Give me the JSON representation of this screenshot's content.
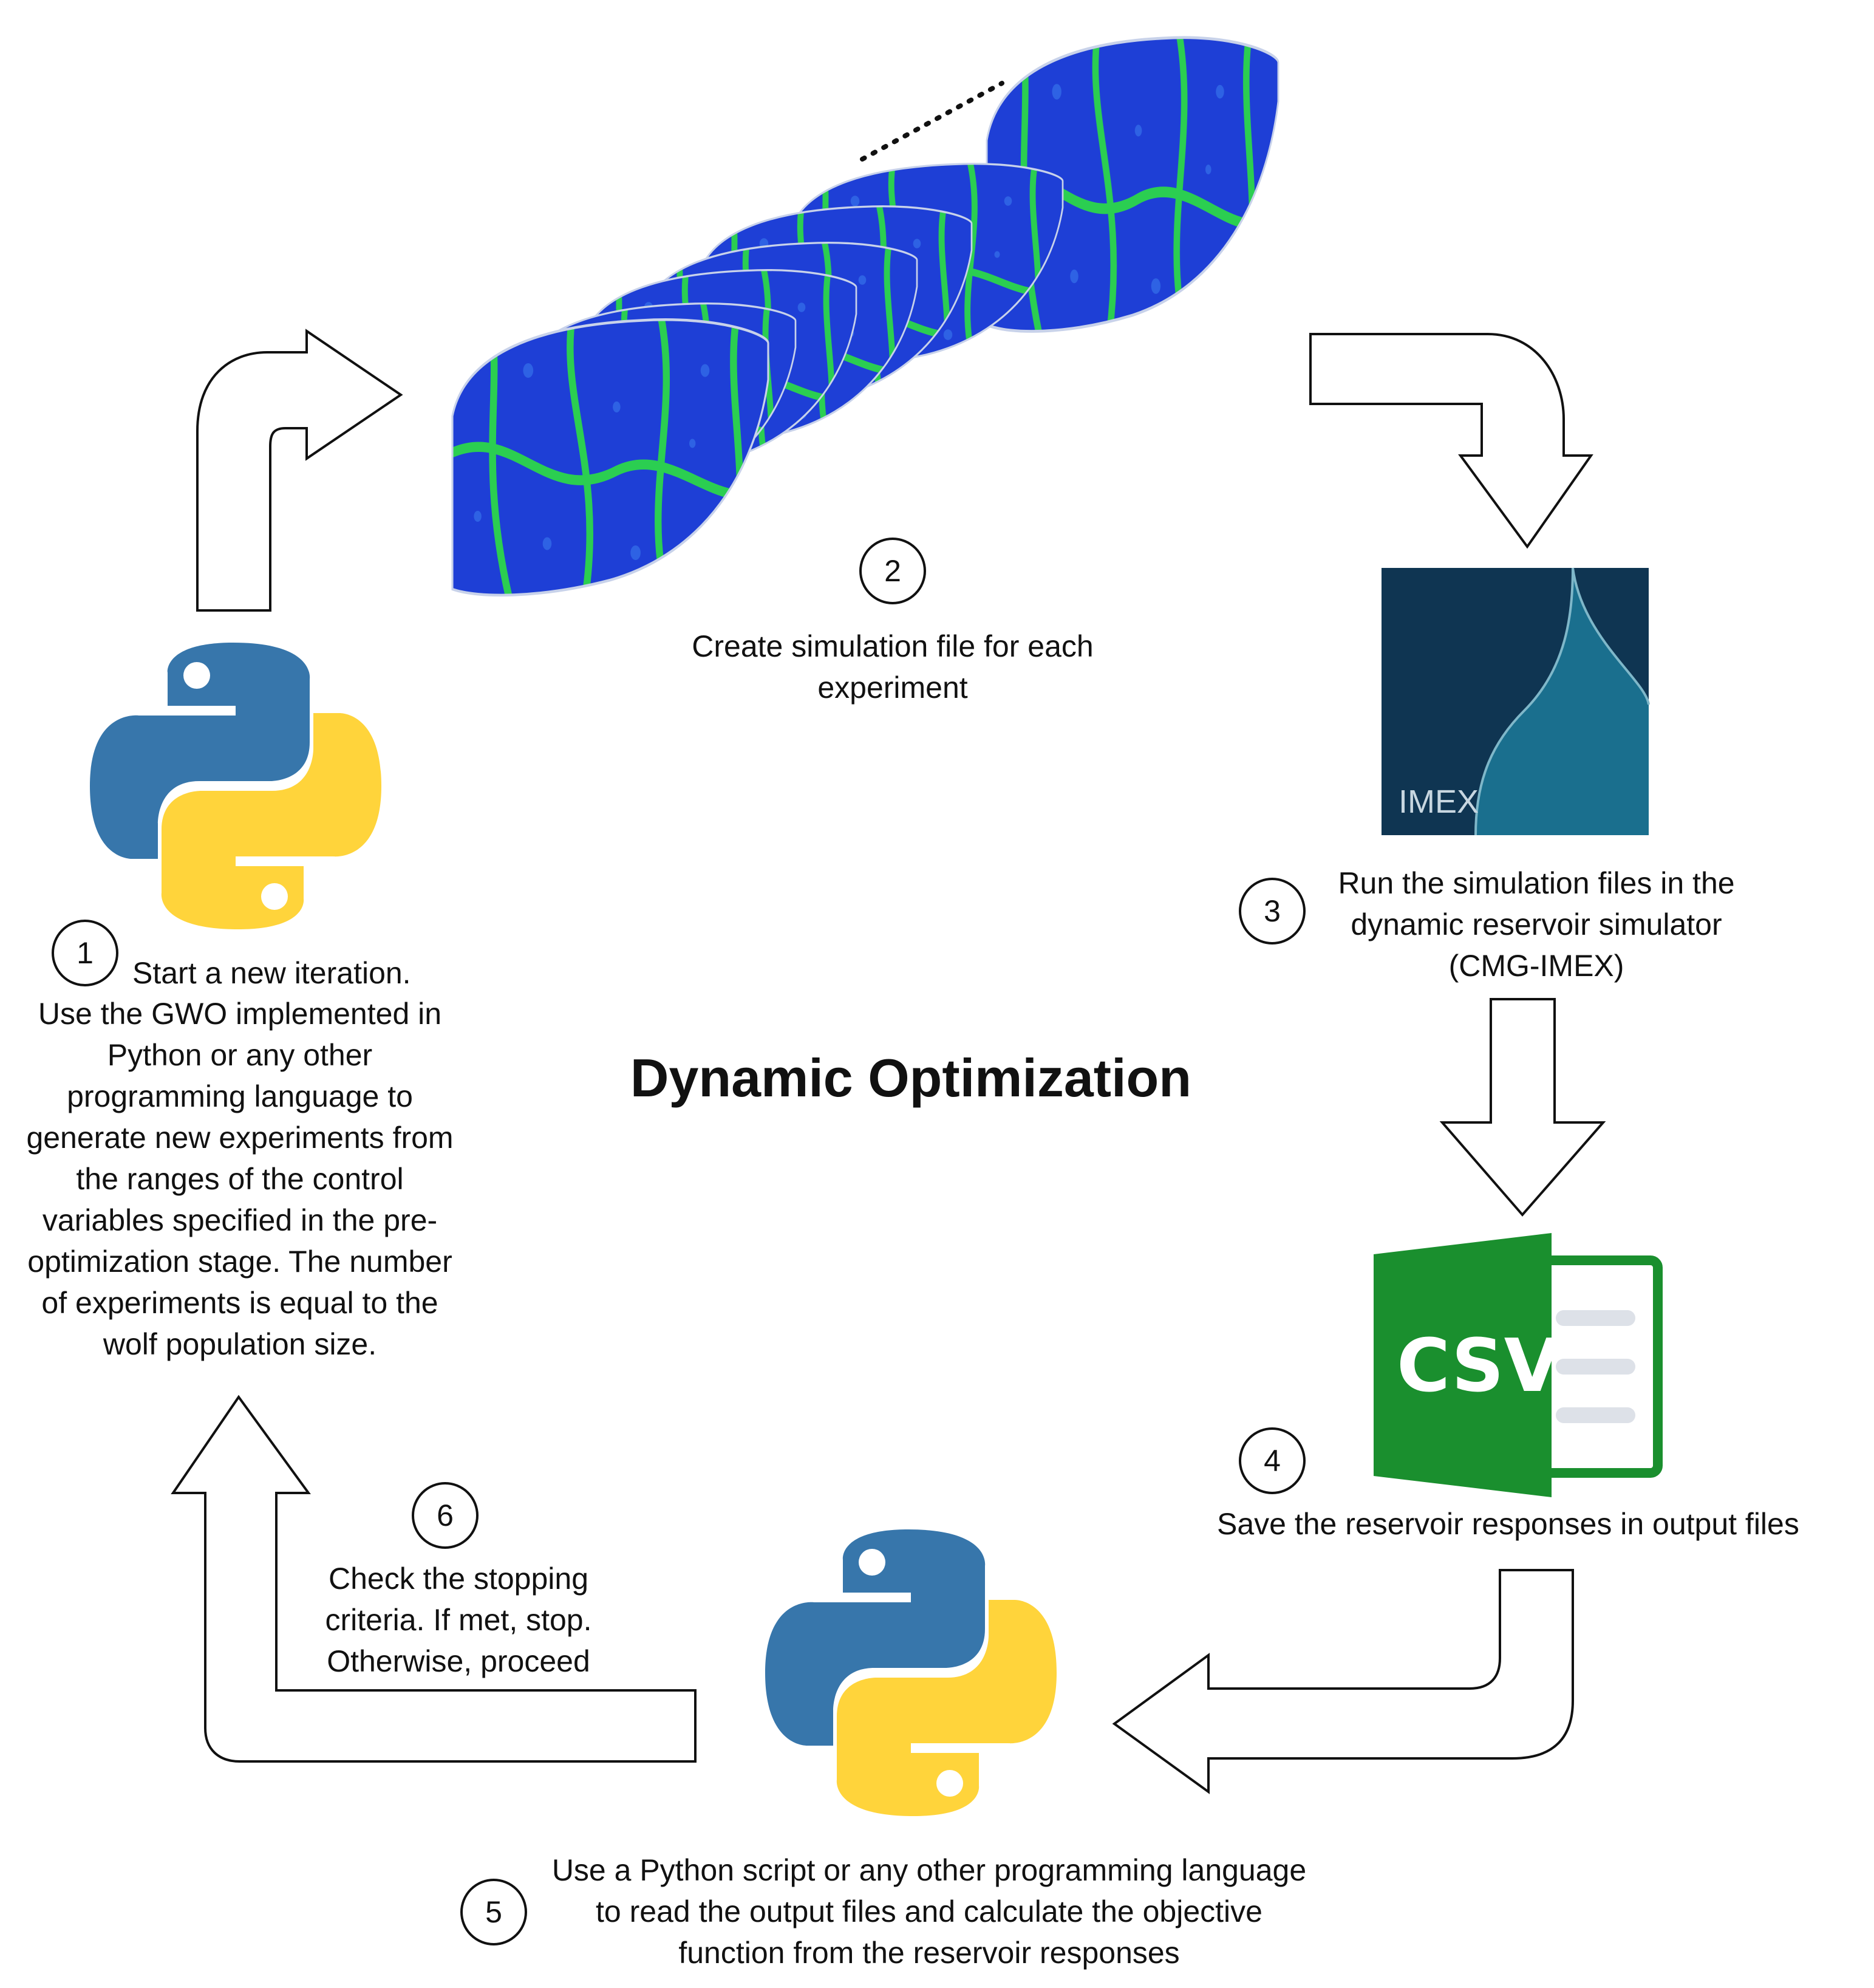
{
  "title": "Dynamic Optimization",
  "colors": {
    "reservoir_blue": "#1e3fd6",
    "reservoir_green": "#2bd64a",
    "imex_bg": "#0f3552",
    "imex_shape": "#1a6f8e",
    "csv_green": "#1a8f2e",
    "python_blue": "#3776ab",
    "python_yellow": "#ffd43b"
  },
  "icons": [
    "python-logo-icon",
    "reservoir-grid-icon",
    "imex-logo-icon",
    "csv-file-icon"
  ],
  "imex_label": "IMEX",
  "csv_label": "CSV",
  "steps": [
    {
      "number": "1",
      "text_line1": "Start a new iteration.",
      "text_rest": "Use the GWO implemented in Python or any other programming language to generate new experiments from the ranges of the control variables specified in the pre-optimization stage. The number of experiments is equal to the wolf population size."
    },
    {
      "number": "2",
      "text": "Create simulation file for each experiment"
    },
    {
      "number": "3",
      "text": "Run the simulation files in the dynamic reservoir simulator (CMG-IMEX)"
    },
    {
      "number": "4",
      "text": "Save the reservoir responses in output files"
    },
    {
      "number": "5",
      "text": "Use a Python script or any other programming language to read the output files and calculate the objective function from the reservoir responses"
    },
    {
      "number": "6",
      "text": "Check the stopping criteria. If met, stop. Otherwise, proceed"
    }
  ]
}
